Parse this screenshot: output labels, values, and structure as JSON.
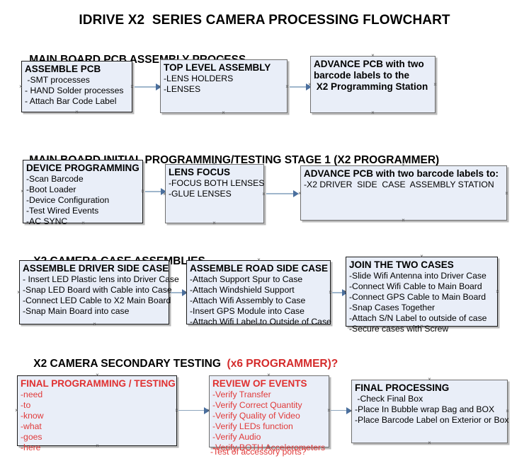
{
  "document": {
    "title": "IDRIVE X2  SERIES CAMERA PROCESSING FLOWCHART"
  },
  "colors": {
    "box_fill": "#e9eef8",
    "box_border": "#1a1a1a",
    "box_shadow": "#b9b9b9",
    "connector": "#9fb6cc",
    "connector_head": "#4a6f9e",
    "accent_red": "#d42b2b",
    "text": "#000000",
    "background": "#ffffff"
  },
  "sections": [
    {
      "id": "main-board-pcb-assembly",
      "heading": "MAIN BOARD PCB ASSEMBLY PROCESS",
      "heading_accent": "",
      "boxes": [
        {
          "id": "assemble-pcb",
          "title": "ASSEMBLE PCB",
          "lines": [
            " -SMT processes",
            "- HAND Solder processes",
            "- Attach Bar Code Label"
          ]
        },
        {
          "id": "top-level-assembly",
          "title": "TOP LEVEL ASSEMBLY",
          "lines": [
            "-LENS HOLDERS",
            "-LENSES"
          ]
        },
        {
          "id": "advance-pcb-to-x2-programming-station",
          "title": "ADVANCE PCB with two",
          "lines": [
            "barcode labels to the",
            " X2 Programming Station"
          ]
        }
      ]
    },
    {
      "id": "main-board-initial-programming",
      "heading": "MAIN BOARD INITIAL PROGRAMMING/TESTING STAGE 1 (X2 PROGRAMMER)",
      "heading_accent": "",
      "boxes": [
        {
          "id": "device-programming",
          "title": "DEVICE PROGRAMMING",
          "lines": [
            "-Scan Barcode",
            "-Boot Loader",
            "-Device Configuration",
            "-Test Wired Events",
            "-AC SYNC"
          ]
        },
        {
          "id": "lens-focus",
          "title": "LENS FOCUS",
          "lines": [
            "-FOCUS BOTH LENSES",
            "-GLUE LENSES"
          ]
        },
        {
          "id": "advance-pcb-to-driver-side-case-assembly",
          "title": "ADVANCE PCB with two barcode labels to:",
          "lines": [
            "-X2 DRIVER  SIDE  CASE  ASSEMBLY STATION"
          ]
        }
      ]
    },
    {
      "id": "x2-camera-case-assemblies",
      "heading": "X2 CAMERA CASE ASSEMBLIES",
      "heading_accent": "",
      "boxes": [
        {
          "id": "assemble-driver-side-case",
          "title": "ASSEMBLE DRIVER SIDE CASE",
          "lines": [
            "- Insert LED Plastic lens into Driver Case",
            "-Snap LED Board with Cable into Case",
            "-Connect LED Cable to X2 Main Board",
            "-Snap Main Board into case"
          ]
        },
        {
          "id": "assemble-road-side-case",
          "title": "ASSEMBLE ROAD SIDE CASE",
          "lines": [
            "-Attach Support Spur to Case",
            "-Attach Windshield Support",
            "-Attach Wifi Assembly to Case",
            "-Insert GPS Module into Case",
            "-Attach Wifi Label to Outside of Case"
          ]
        },
        {
          "id": "join-the-two-cases",
          "title": "JOIN THE TWO CASES",
          "lines": [
            "-Slide Wifi Antenna into Driver Case",
            "-Connect Wifi Cable to Main Board",
            "-Connect GPS Cable to Main Board",
            "-Snap Cases Together",
            "-Attach S/N Label to outside of case",
            "-Secure cases with Screw"
          ]
        }
      ]
    },
    {
      "id": "x2-camera-secondary-testing",
      "heading": "X2 CAMERA SECONDARY TESTING  ",
      "heading_accent": "(x6 PROGRAMMER)?",
      "boxes": [
        {
          "id": "final-programming-testing",
          "title": "FINAL PROGRAMMING / TESTING",
          "lines": [
            "-need",
            "-to",
            "-know",
            "-what",
            "-goes",
            "-here"
          ]
        },
        {
          "id": "review-of-events",
          "title": "REVIEW OF EVENTS",
          "lines": [
            "-Verify Transfer",
            "-Verify Correct Quantity",
            "-Verify Quality of Video",
            "-Verify LEDs function",
            "-Verify Audio",
            "-Verify BOTH Accelerometers"
          ],
          "overflow_line": "-Test of accessory ports?"
        },
        {
          "id": "final-processing",
          "title": "FINAL PROCESSING",
          "lines": [
            " -Check Final Box",
            "-Place In Bubble wrap Bag and BOX",
            "-Place Barcode Label on Exterior or Box"
          ]
        }
      ]
    }
  ]
}
